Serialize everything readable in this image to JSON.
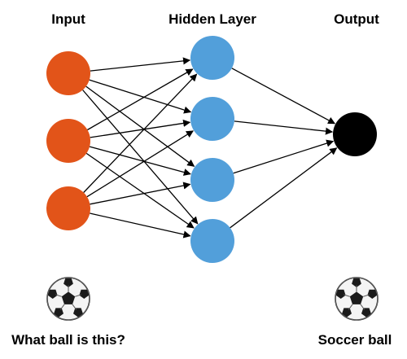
{
  "layers": {
    "input": {
      "label": "Input",
      "color": "#E25419"
    },
    "hidden": {
      "label": "Hidden Layer",
      "color": "#529FDA"
    },
    "output": {
      "label": "Output",
      "color": "#000000"
    }
  },
  "connections": "fully-connected",
  "edge_color": "#000000",
  "examples": {
    "input_caption": "What ball is this?",
    "input_icon": "soccer-ball-icon",
    "output_caption": "Soccer ball",
    "output_icon": "soccer-ball-icon"
  }
}
